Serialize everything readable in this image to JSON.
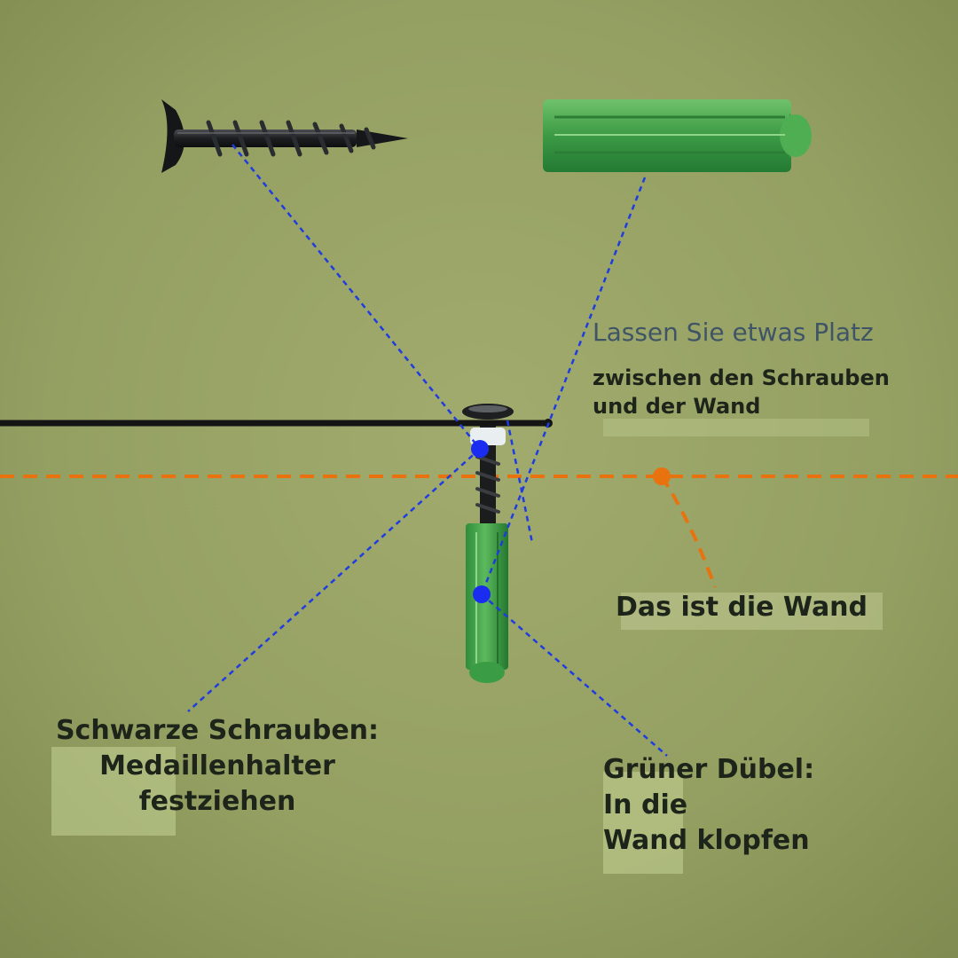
{
  "labels": {
    "gap_title": "Lassen Sie etwas Platz",
    "gap_line1": "zwischen den Schrauben",
    "gap_line2": "und der Wand",
    "wall": "Das ist die Wand",
    "screw_line1": "Schwarze Schrauben:",
    "screw_line2": "Medaillenhalter",
    "screw_line3": "festziehen",
    "plug_line1": "Grüner Dübel:",
    "plug_line2": "In die",
    "plug_line3": "Wand klopfen"
  },
  "colors": {
    "background": "#949f62",
    "wall_line": "#e8730e",
    "leader_lines": "#1f3ce0",
    "board_line": "#141414",
    "plug_green": "#3c9a45",
    "screw_black": "#1c1e20",
    "gap_title_text": "#3f5566",
    "label_text": "#1d241a"
  },
  "icons": [
    "screw-illustration",
    "wall-plug-illustration"
  ]
}
